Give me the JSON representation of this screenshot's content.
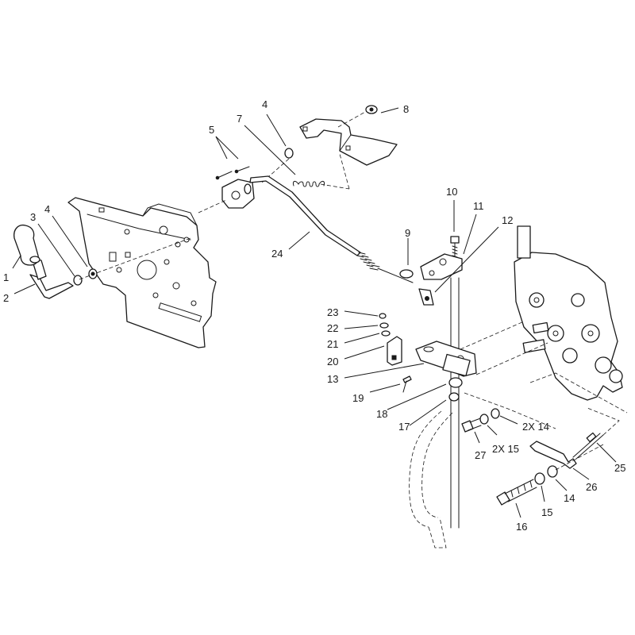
{
  "callouts": [
    {
      "id": "c1",
      "text": "1"
    },
    {
      "id": "c2",
      "text": "2"
    },
    {
      "id": "c3",
      "text": "3"
    },
    {
      "id": "c4a",
      "text": "4"
    },
    {
      "id": "c4b",
      "text": "4"
    },
    {
      "id": "c5",
      "text": "5"
    },
    {
      "id": "c7",
      "text": "7"
    },
    {
      "id": "c8",
      "text": "8"
    },
    {
      "id": "c9",
      "text": "9"
    },
    {
      "id": "c10",
      "text": "10"
    },
    {
      "id": "c11",
      "text": "11"
    },
    {
      "id": "c12",
      "text": "12"
    },
    {
      "id": "c13",
      "text": "13"
    },
    {
      "id": "c14",
      "text": "14"
    },
    {
      "id": "c14x",
      "text": "2X 14"
    },
    {
      "id": "c15",
      "text": "15"
    },
    {
      "id": "c15x",
      "text": "2X 15"
    },
    {
      "id": "c16",
      "text": "16"
    },
    {
      "id": "c17",
      "text": "17"
    },
    {
      "id": "c18",
      "text": "18"
    },
    {
      "id": "c19",
      "text": "19"
    },
    {
      "id": "c20",
      "text": "20"
    },
    {
      "id": "c21",
      "text": "21"
    },
    {
      "id": "c22",
      "text": "22"
    },
    {
      "id": "c23",
      "text": "23"
    },
    {
      "id": "c24",
      "text": "24"
    },
    {
      "id": "c25",
      "text": "25"
    },
    {
      "id": "c26",
      "text": "26"
    },
    {
      "id": "c27",
      "text": "27"
    }
  ]
}
